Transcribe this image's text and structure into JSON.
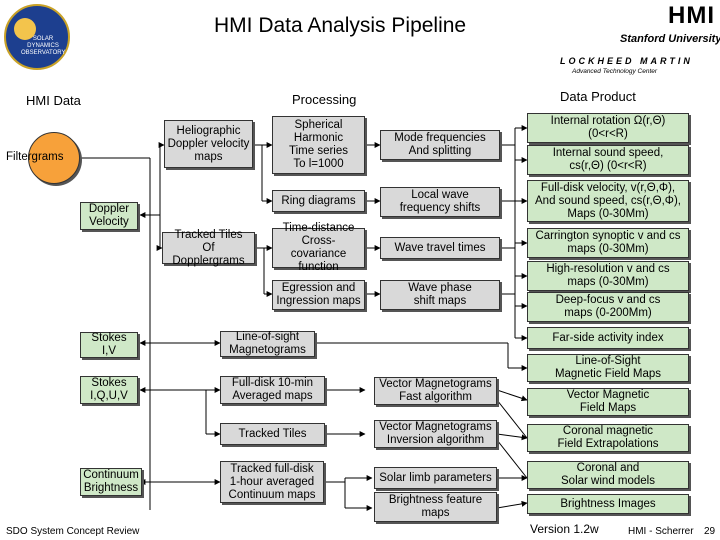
{
  "title": "HMI Data Analysis Pipeline",
  "logo_text": "SOLAR DYNAMICS OBSERVATORY",
  "brand": {
    "hmi": "HMI",
    "stanford": "Stanford University",
    "lockheed": "LOCKHEED MARTIN",
    "lockheed_sub": "Advanced Technology Center"
  },
  "headers": {
    "hmi_data": "HMI Data",
    "processing": "Processing",
    "data_product": "Data Product"
  },
  "nodes": {
    "filtergrams": "Filtergrams",
    "doppler_velocity": "Doppler\nVelocity",
    "stokes_iv": "Stokes\nI,V",
    "stokes_iquv": "Stokes\nI,Q,U,V",
    "continuum": "Continuum\nBrightness",
    "helio_doppler": "Heliographic\nDoppler velocity\nmaps",
    "tracked_tiles_doppler": "Tracked Tiles\nOf Dopplergrams",
    "spherical_harmonic": "Spherical\nHarmonic\nTime series\nTo l=1000",
    "ring_diagrams": "Ring diagrams",
    "time_distance": "Time-distance\nCross-covariance\nfunction",
    "egression": "Egression and\nIngression maps",
    "los_magnetograms": "Line-of-sight\nMagnetograms",
    "fulldisk_10min": "Full-disk 10-min\nAveraged maps",
    "tracked_tiles": "Tracked Tiles",
    "tracked_fulldisk": "Tracked full-disk\n1-hour averaged\nContinuum maps",
    "mode_frequencies": "Mode frequencies\nAnd splitting",
    "local_wave": "Local wave\nfrequency shifts",
    "wave_travel": "Wave travel times",
    "wave_phase": "Wave phase\nshift maps",
    "vector_fast": "Vector Magnetograms\nFast algorithm",
    "vector_inversion": "Vector Magnetograms\nInversion algorithm",
    "solar_limb": "Solar limb parameters",
    "brightness_feature": "Brightness feature\nmaps"
  },
  "products": {
    "internal_rotation": "Internal rotation Ω(r,Θ)\n(0<r<R)",
    "internal_sound": "Internal sound speed,\ncs(r,Θ) (0<r<R)",
    "fulldisk_velocity": "Full-disk velocity, v(r,Θ,Φ),\nAnd sound speed, cs(r,Θ,Φ),\nMaps (0-30Mm)",
    "carrington": "Carrington synoptic v and cs\nmaps (0-30Mm)",
    "high_resolution": "High-resolution v and cs\nmaps (0-30Mm)",
    "deep_focus": "Deep-focus v and cs\nmaps (0-200Mm)",
    "far_side": "Far-side activity index",
    "los_field_maps": "Line-of-Sight\nMagnetic Field Maps",
    "vector_field_maps": "Vector Magnetic\nField Maps",
    "coronal_extrap": "Coronal magnetic\nField Extrapolations",
    "coronal_wind": "Coronal and\nSolar wind models",
    "brightness_images": "Brightness Images"
  },
  "footer": {
    "left": "SDO System Concept Review",
    "version": "Version 1.2w",
    "author": "HMI - Scherrer",
    "page": "29"
  },
  "colors": {
    "green": "#cfe8c7",
    "grey": "#d9d9d9",
    "orange": "#f7a13a"
  }
}
